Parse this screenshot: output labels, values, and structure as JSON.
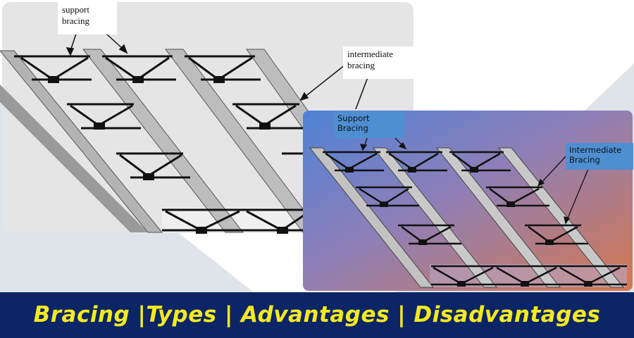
{
  "left_diagram": {
    "support_label": "support\nbracing",
    "intermediate_label": "intermediate\nbracing"
  },
  "right_diagram": {
    "support_label": "Support\nBracing",
    "intermediate_label": "Intermediate\nBracing"
  },
  "banner": {
    "title": "Bracing |Types | Advantages | Disadvantages"
  },
  "colors": {
    "banner_background": "#0c2566",
    "banner_text": "#f6ea1e",
    "label_highlight": "#4e8fd2"
  }
}
